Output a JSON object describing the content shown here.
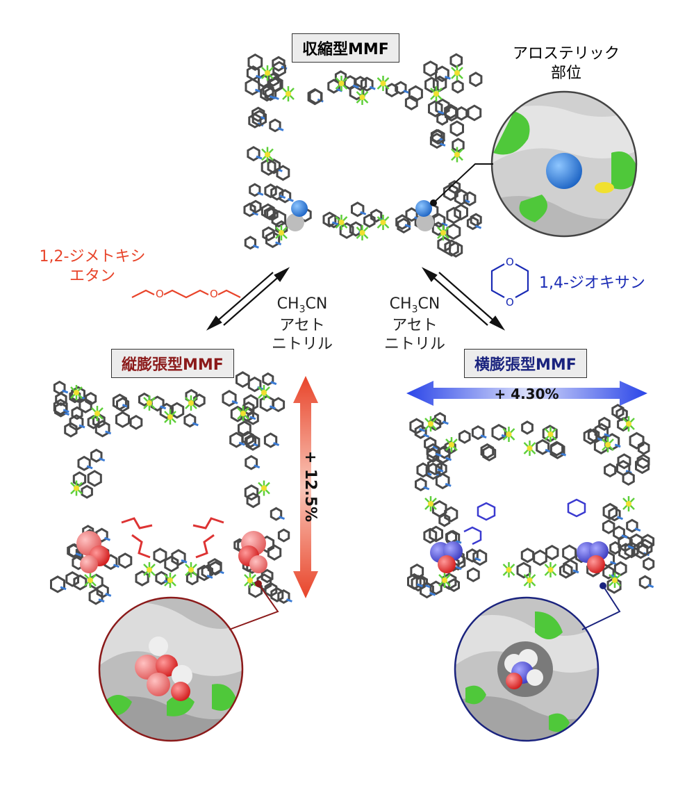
{
  "titles": {
    "center": "収縮型MMF",
    "left": "縦膨張型MMF",
    "right": "横膨張型MMF"
  },
  "allosteric": {
    "line1": "アロステリック",
    "line2": "部位"
  },
  "guest_left": {
    "line1": "1,2-ジメトキシ",
    "line2": "エタン"
  },
  "guest_right": "1,4-ジオキサン",
  "solvent_left": {
    "formula_main": "CH",
    "formula_sub": "3",
    "formula_end": "CN",
    "line2": "アセト",
    "line3": "ニトリル"
  },
  "solvent_right": {
    "formula_main": "CH",
    "formula_sub": "3",
    "formula_end": "CN",
    "line2": "アセト",
    "line3": "ニトリル"
  },
  "expansion_vertical": "+ 12.5%",
  "expansion_horizontal": "+ 4.30%",
  "dioxane_atom_label_top": "O",
  "dioxane_atom_label_bottom": "O",
  "colors": {
    "red_text": "#e8442a",
    "blue_text": "#1a2bb5",
    "dark_red": "#8b1a1a",
    "dark_blue": "#1a237e",
    "ligand": "#4a4a4a",
    "metal": "#f0e030",
    "halogen": "#5ecf3a",
    "nitrogen": "#3a7bd5",
    "surface": "#c8c8c8"
  }
}
